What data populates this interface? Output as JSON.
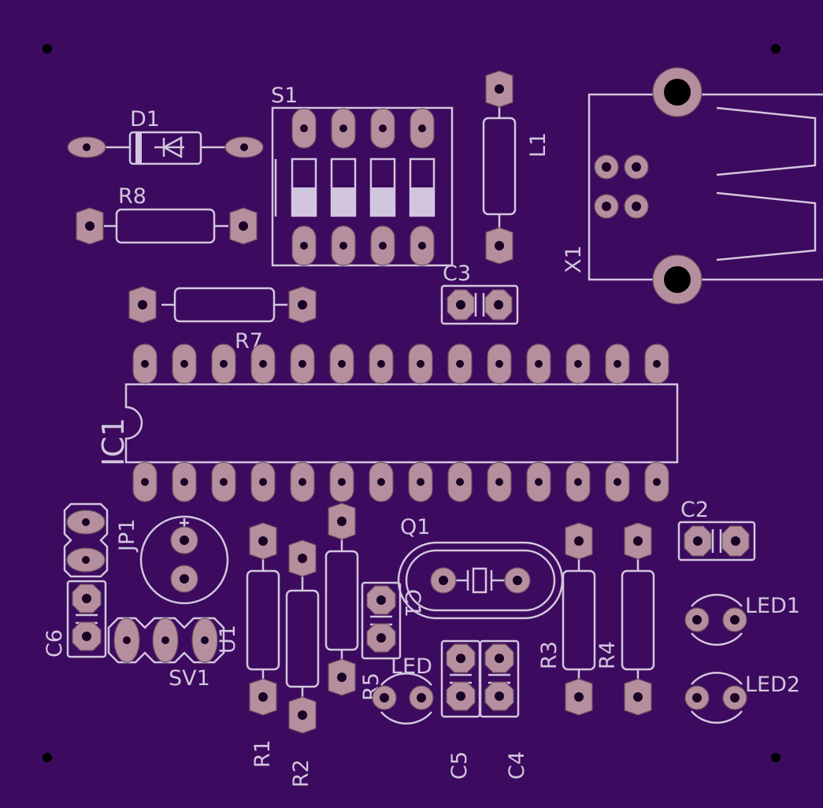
{
  "board": {
    "background": "#3c0a5e",
    "silk_color": "#d2c6de",
    "pad_color": "#b58f9e"
  },
  "labels": {
    "s1": "S1",
    "d1": "D1",
    "r8": "R8",
    "l1": "L1",
    "x1": "X1",
    "c3": "C3",
    "r7": "R7",
    "ic1": "IC1",
    "jp1": "JP1",
    "q1": "Q1",
    "c2": "C2",
    "led1": "LED1",
    "led2": "LED2",
    "c6": "C6",
    "sv1": "SV1",
    "c1": "C1",
    "r3": "R3",
    "r4": "R4",
    "led3": "LED",
    "r5": "R5",
    "r1": "R1",
    "r2": "R2",
    "c5": "C5",
    "c4": "C4",
    "u1": "U1"
  }
}
